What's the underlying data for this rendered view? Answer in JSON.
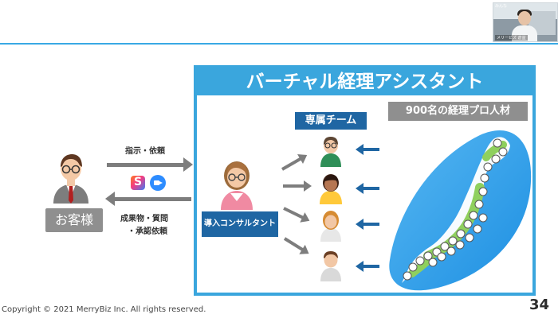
{
  "slide": {
    "main_title": "バーチャル経理アシスタント",
    "customer_label": "お客様",
    "arrow_to_consultant": "指示・依頼",
    "arrow_from_consultant_line1": "成果物・質問",
    "arrow_from_consultant_line2": "・承認依頼",
    "consultant_label": "導入コンサルタント",
    "team_label": "専属チーム",
    "pro_label": "900名の経理プロ人材",
    "footer": "Copyright © 2021 MerryBiz Inc. All rights reserved.",
    "page_number": "34"
  },
  "webcam": {
    "top_label": "みんな",
    "name_label": "メリービズ 倉益"
  },
  "icons": {
    "customer": "businessman-avatar-icon",
    "consultant": "consultant-woman-icon",
    "slack": "slack-like-icon",
    "zoom": "zoom-like-icon",
    "team1": "team-member-green-icon",
    "team2": "team-member-woman-yellow-icon",
    "team3": "team-member-woman-white-icon",
    "team4": "team-member-man-gray-icon",
    "japan": "japan-map-icon"
  },
  "colors": {
    "accent_blue": "#3aa6dd",
    "navy": "#1f66a3",
    "gray": "#8f8f8f"
  }
}
